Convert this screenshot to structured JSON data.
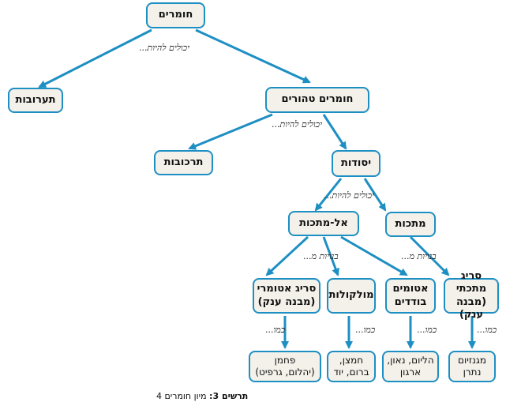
{
  "nodes": {
    "materials": "חומרים",
    "mixtures": "תערובות",
    "pure_materials": "חומרים טהורים",
    "compounds": "תרכובות",
    "elements": "יסודות",
    "non_metals": "אל-מתכות",
    "metals": "מתכות",
    "atomic_lattice": "סריג אטומרי\n(מבנה ענק)",
    "molecules": "מולקולות",
    "single_atoms": "אטומים\nבודדים",
    "metallic_lattice": "סריג מתכתי\n(מבנה ענק)",
    "ex_carbon": "פחמן\n(יהלום, גרפיט)",
    "ex_gases": "חמצן,\nברום, יוד",
    "ex_noble": "הליום, נאון,\nארגון",
    "ex_metals": "מגנזיום\nנתרן"
  },
  "edge_labels": {
    "can_be": "יכולים להיות...",
    "made_of": "בנויות מ...",
    "like": "כמו..."
  },
  "caption": {
    "label": "תרשים 3:",
    "text": "מיון חומרים 4"
  },
  "colors": {
    "border": "#1e8fc3",
    "arrow": "#1e8fc3",
    "box_fill": "#f4f1ea"
  }
}
